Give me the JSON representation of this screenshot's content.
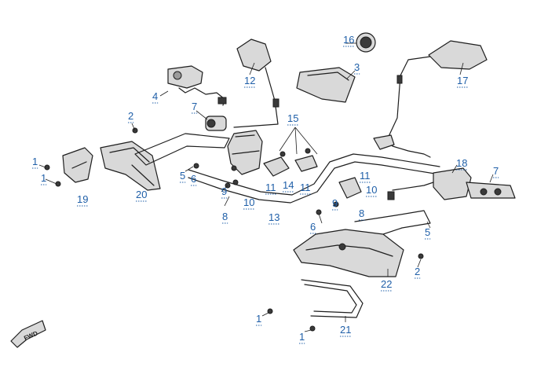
{
  "diagram": {
    "callouts": [
      {
        "id": "c16",
        "label": "16"
      },
      {
        "id": "c3",
        "label": "3"
      },
      {
        "id": "c12",
        "label": "12"
      },
      {
        "id": "c17",
        "label": "17"
      },
      {
        "id": "c4",
        "label": "4"
      },
      {
        "id": "c7a",
        "label": "7"
      },
      {
        "id": "c2a",
        "label": "2"
      },
      {
        "id": "c15",
        "label": "15"
      },
      {
        "id": "c1a",
        "label": "1"
      },
      {
        "id": "c1b",
        "label": "1"
      },
      {
        "id": "c5a",
        "label": "5"
      },
      {
        "id": "c6a",
        "label": "6"
      },
      {
        "id": "c20",
        "label": "20"
      },
      {
        "id": "c19",
        "label": "19"
      },
      {
        "id": "c9a",
        "label": "9"
      },
      {
        "id": "c8a",
        "label": "8"
      },
      {
        "id": "c10a",
        "label": "10"
      },
      {
        "id": "c11a",
        "label": "11"
      },
      {
        "id": "c14",
        "label": "14"
      },
      {
        "id": "c11b",
        "label": "11"
      },
      {
        "id": "c13",
        "label": "13"
      },
      {
        "id": "c18",
        "label": "18"
      },
      {
        "id": "c7b",
        "label": "7"
      },
      {
        "id": "c11c",
        "label": "11"
      },
      {
        "id": "c10b",
        "label": "10"
      },
      {
        "id": "c9b",
        "label": "9"
      },
      {
        "id": "c8b",
        "label": "8"
      },
      {
        "id": "c6b",
        "label": "6"
      },
      {
        "id": "c5b",
        "label": "5"
      },
      {
        "id": "c2b",
        "label": "2"
      },
      {
        "id": "c22",
        "label": "22"
      },
      {
        "id": "c1c",
        "label": "1"
      },
      {
        "id": "c21",
        "label": "21"
      },
      {
        "id": "c1d",
        "label": "1"
      }
    ],
    "fwd_label": "FWD"
  }
}
